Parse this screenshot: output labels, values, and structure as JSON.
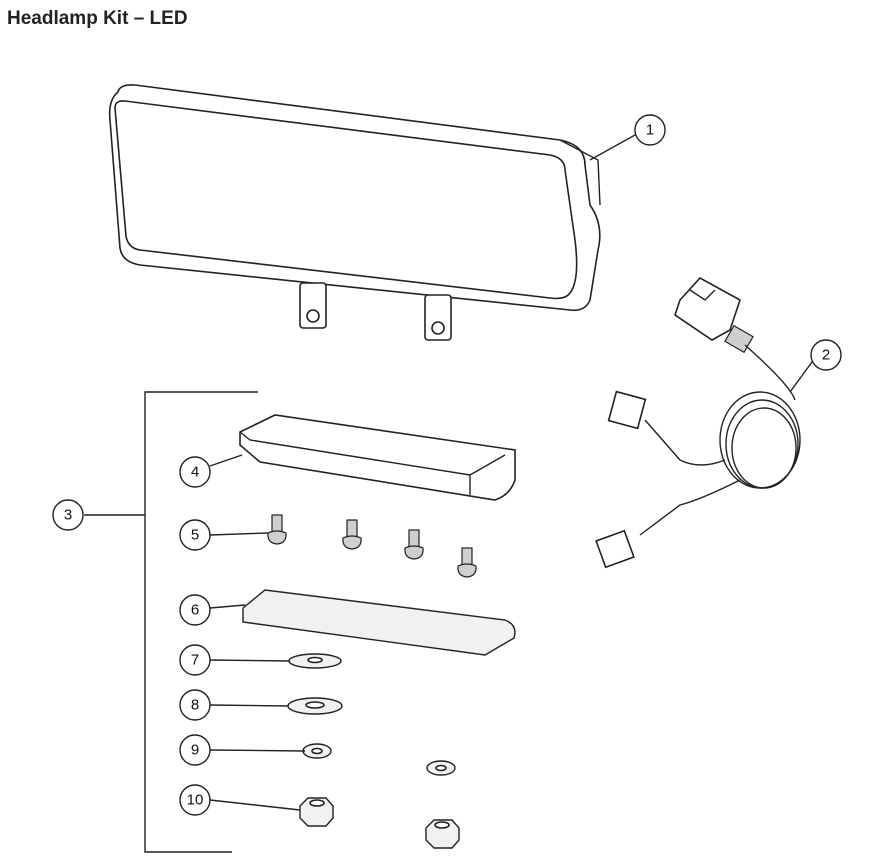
{
  "title": "Headlamp Kit – LED",
  "callouts": [
    "1",
    "2",
    "3",
    "4",
    "5",
    "6",
    "7",
    "8",
    "9",
    "10"
  ]
}
